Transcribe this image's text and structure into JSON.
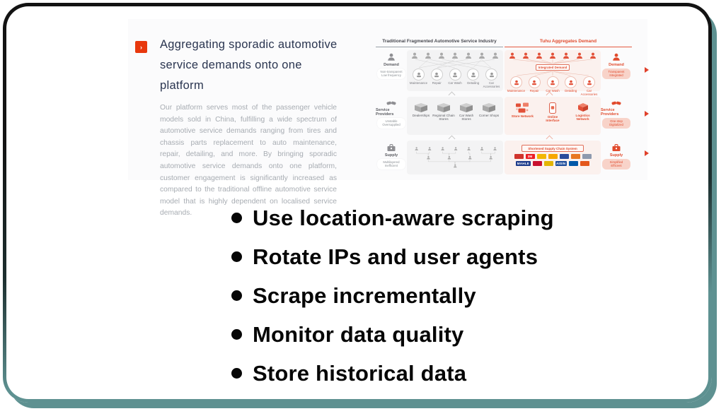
{
  "frame": {
    "top_border_color": "#131313",
    "bottom_border_color": "#5e9191"
  },
  "colors": {
    "accent": "#e8380d",
    "diagram_red": "#e14b2d",
    "heading": "#2a3550",
    "body_gray": "#a7acb2"
  },
  "slide": {
    "marker_icon": "›",
    "heading": "Aggregating sporadic automotive service demands onto one platform",
    "body": "Our platform serves most of the passenger vehicle models sold in China, fulfilling a wide spectrum of automotive service demands ranging from tires and chassis parts replacement to auto maintenance, repair, detailing, and more. By bringing sporadic automotive service demands onto one platform, customer engagement is significantly increased as compared to the traditional offline automotive service model that is highly dependent on localised service demands.",
    "diagram": {
      "left": {
        "title": "Traditional Fragmented Automotive Service Industry",
        "demand": {
          "label": "Demand",
          "pill": [
            "Non-transparent",
            "Low frequency"
          ],
          "services": [
            {
              "label": "Maintenance"
            },
            {
              "label": "Repair"
            },
            {
              "label": "Car Wash"
            },
            {
              "label": "Detailing"
            },
            {
              "label": "Car Accessories"
            }
          ]
        },
        "providers": {
          "label": "Service Providers",
          "pill": [
            "Unstable",
            "Oversupplied"
          ],
          "items": [
            {
              "label": "Dealerships"
            },
            {
              "label": "Regional Chain Stores"
            },
            {
              "label": "Car Wash Stores"
            },
            {
              "label": "Corner Shops"
            }
          ]
        },
        "supply": {
          "label": "Supply",
          "pill": [
            "Multilayered",
            "Inefficient"
          ]
        }
      },
      "right": {
        "title": "Tuhu Aggregates Demand",
        "demand": {
          "label": "Demand",
          "pill": [
            "Transparent",
            "Integrated"
          ],
          "integrated_box": "Integrated Demand",
          "services": [
            {
              "label": "Maintenance"
            },
            {
              "label": "Repair"
            },
            {
              "label": "Car Wash"
            },
            {
              "label": "Detailing"
            },
            {
              "label": "Car Accessories"
            }
          ]
        },
        "providers": {
          "label": "Service Providers",
          "pill": [
            "One-stop",
            "Digitalized"
          ],
          "items": [
            {
              "label": "Store Network"
            },
            {
              "label": "Online Interface"
            },
            {
              "label": "Logistics Network"
            }
          ]
        },
        "supply": {
          "label": "Supply",
          "pill": [
            "Simplified",
            "Efficient"
          ],
          "box": "Shortened Supply Chain System",
          "brand_rows": [
            [
              {
                "label": "",
                "color": "#d0342c"
              },
              {
                "label": "3M",
                "color": "#ec1c24"
              },
              {
                "label": "",
                "color": "#f2b705"
              },
              {
                "label": "",
                "color": "#f7a600"
              },
              {
                "label": "",
                "color": "#2a4b9b"
              },
              {
                "label": "",
                "color": "#e87722"
              },
              {
                "label": "",
                "color": "#8d99ae"
              }
            ],
            [
              {
                "label": "MAHLE",
                "color": "#1d3b8b"
              },
              {
                "label": "",
                "color": "#c8102e"
              },
              {
                "label": "",
                "color": "#e3b505"
              },
              {
                "label": "AISIN",
                "color": "#1f4e9c"
              },
              {
                "label": "",
                "color": "#0057a8"
              },
              {
                "label": "",
                "color": "#e4571b"
              }
            ]
          ]
        }
      }
    }
  },
  "bullets": {
    "items": [
      "Use location-aware scraping",
      "Rotate IPs and user agents",
      "Scrape incrementally",
      "Monitor data quality",
      "Store historical data"
    ]
  }
}
